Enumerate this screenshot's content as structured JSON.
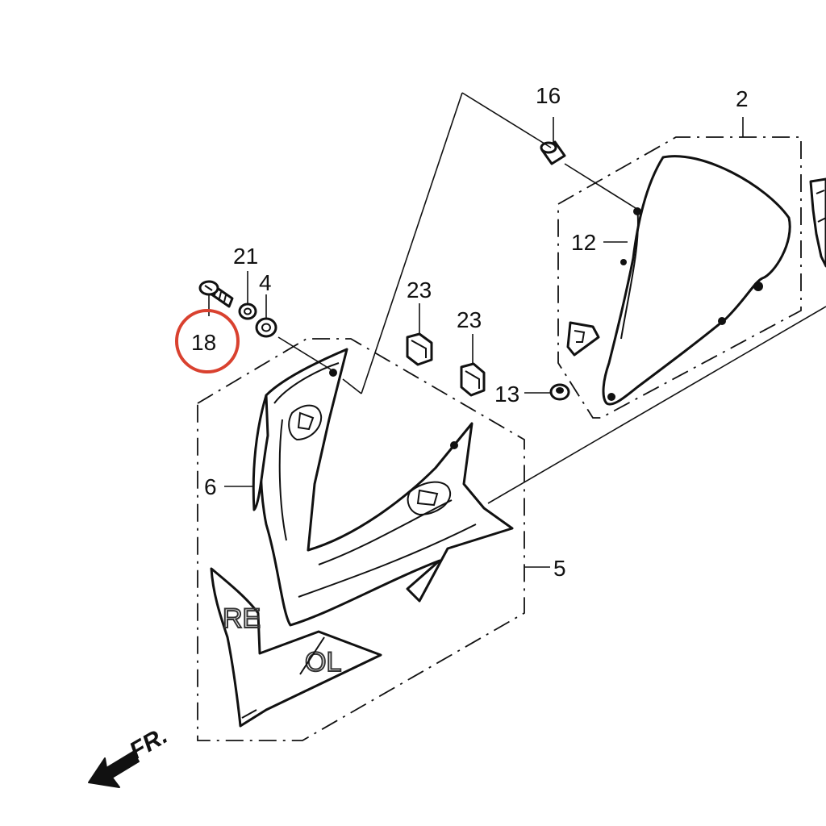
{
  "diagram": {
    "callouts": {
      "c16": "16",
      "c2": "2",
      "c21": "21",
      "c4": "4",
      "c12": "12",
      "c18": "18",
      "c23a": "23",
      "c23b": "23",
      "c13": "13",
      "c6": "6",
      "c5": "5"
    },
    "front_arrow_label": "FR.",
    "highlight_color": "#d9412f",
    "line_color": "#111111"
  }
}
